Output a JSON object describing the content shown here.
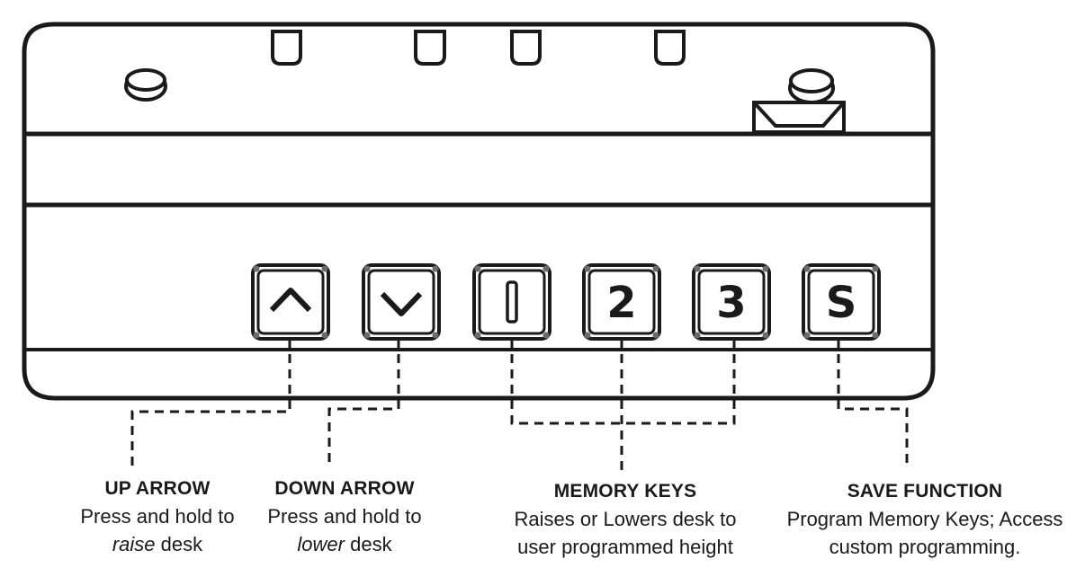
{
  "colors": {
    "ink": "#1a1a1a",
    "background": "#ffffff",
    "key_corner": "#6b6b6b"
  },
  "keys": [
    {
      "id": "up",
      "symbol": "",
      "icon": "chevron-up-icon"
    },
    {
      "id": "down",
      "symbol": "",
      "icon": "chevron-down-icon"
    },
    {
      "id": "m1",
      "symbol": "",
      "icon": "bar-one-icon"
    },
    {
      "id": "m2",
      "symbol": "2",
      "icon": ""
    },
    {
      "id": "m3",
      "symbol": "3",
      "icon": ""
    },
    {
      "id": "save",
      "symbol": "S",
      "icon": ""
    }
  ],
  "labels": {
    "up_arrow": {
      "title": "UP ARROW",
      "line1": "Press and hold to",
      "emph": "raise",
      "rest": " desk"
    },
    "down_arrow": {
      "title": "DOWN ARROW",
      "line1": "Press and hold to",
      "emph": "lower",
      "rest": " desk"
    },
    "memory_keys": {
      "title": "MEMORY KEYS",
      "line1": "Raises or Lowers desk to",
      "line2": "user programmed height"
    },
    "save_function": {
      "title": "SAVE FUNCTION",
      "line1": "Program Memory Keys; Access",
      "line2": "custom programming."
    }
  }
}
